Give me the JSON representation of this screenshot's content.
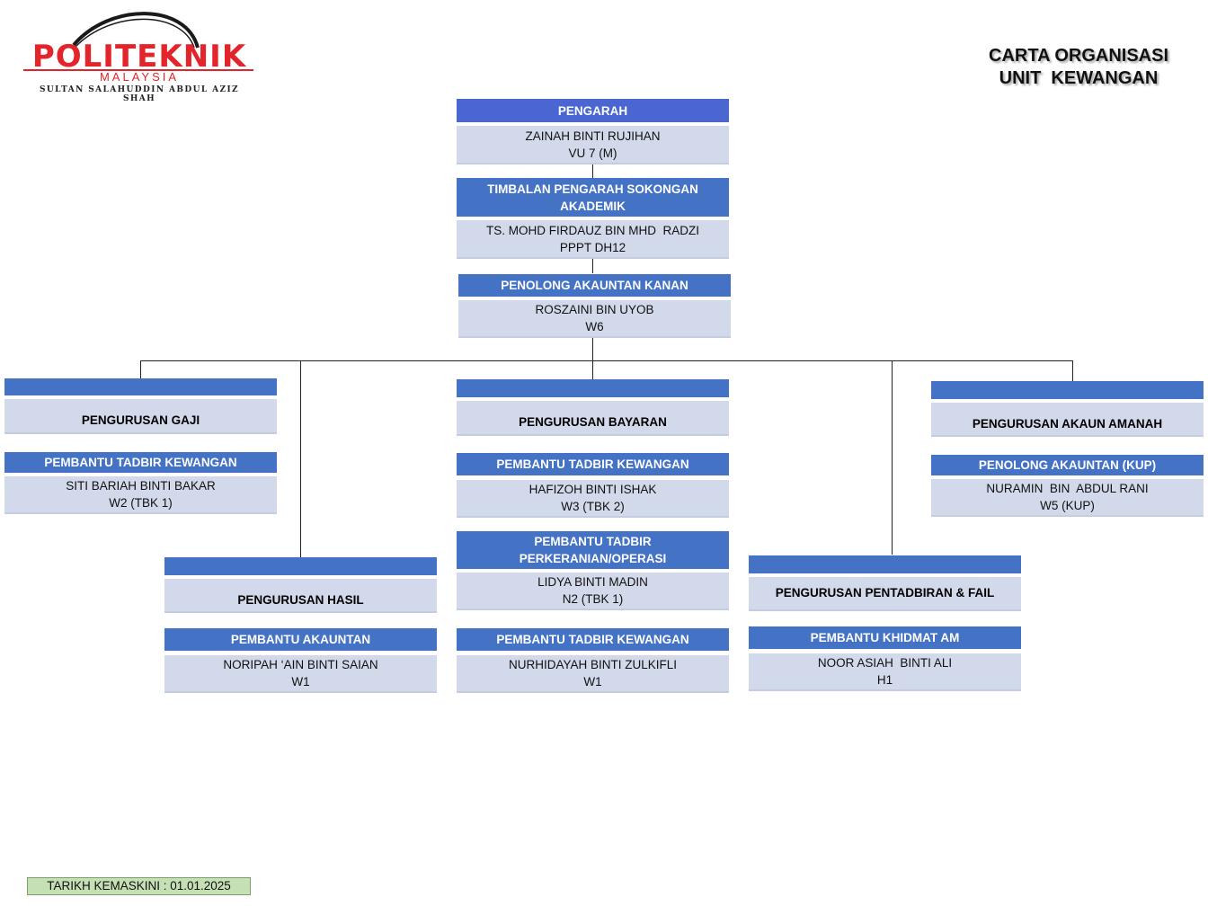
{
  "logo": {
    "wordmark": "POLITEKNIK",
    "country": "MALAYSIA",
    "campus": "SULTAN SALAHUDDIN ABDUL AZIZ SHAH",
    "brand_color": "#e3242b"
  },
  "title": {
    "line1": "CARTA ORGANISASI",
    "line2": "UNIT  KEWANGAN"
  },
  "colors": {
    "header": "#4472c4",
    "body": "#d2d9ea",
    "date_box": "#c5e0b4"
  },
  "pengarah": {
    "role": "PENGARAH",
    "name": "ZAINAH BINTI RUJIHAN",
    "grade": "VU 7 (M)"
  },
  "timbalan": {
    "role": "TIMBALAN PENGARAH SOKONGAN AKADEMIK",
    "name": "TS. MOHD FIRDAUZ BIN MHD  RADZI",
    "grade": "PPPT DH12"
  },
  "penolong_kanan": {
    "role": "PENOLONG AKAUNTAN KANAN",
    "name": "ROSZAINI BIN UYOB",
    "grade": "W6"
  },
  "gaji": {
    "dept": "PENGURUSAN GAJI",
    "staff": [
      {
        "role": "PEMBANTU TADBIR KEWANGAN",
        "name": "SITI BARIAH BINTI BAKAR",
        "grade": "W2 (TBK 1)"
      }
    ]
  },
  "hasil": {
    "dept": "PENGURUSAN HASIL",
    "staff": [
      {
        "role": "PEMBANTU AKAUNTAN",
        "name": "NORIPAH ‘AIN BINTI SAIAN",
        "grade": "W1"
      }
    ]
  },
  "bayaran": {
    "dept": "PENGURUSAN BAYARAN",
    "staff": [
      {
        "role": "PEMBANTU TADBIR KEWANGAN",
        "name": "HAFIZOH BINTI ISHAK",
        "grade": "W3 (TBK 2)"
      },
      {
        "role": "PEMBANTU TADBIR PERKERANIAN/OPERASI",
        "name": "LIDYA BINTI MADIN",
        "grade": "N2 (TBK 1)"
      },
      {
        "role": "PEMBANTU TADBIR KEWANGAN",
        "name": "NURHIDAYAH BINTI ZULKIFLI",
        "grade": "W1"
      }
    ]
  },
  "pentadbiran": {
    "dept": "PENGURUSAN PENTADBIRAN & FAIL",
    "staff": [
      {
        "role": "PEMBANTU KHIDMAT AM",
        "name": "NOOR ASIAH  BINTI ALI",
        "grade": "H1"
      }
    ]
  },
  "amanah": {
    "dept": "PENGURUSAN AKAUN AMANAH",
    "staff": [
      {
        "role": "PENOLONG AKAUNTAN (KUP)",
        "name": "NURAMIN  BIN  ABDUL RANI",
        "grade": "W5 (KUP)"
      }
    ]
  },
  "updated": "TARIKH KEMASKINI : 01.01.2025"
}
